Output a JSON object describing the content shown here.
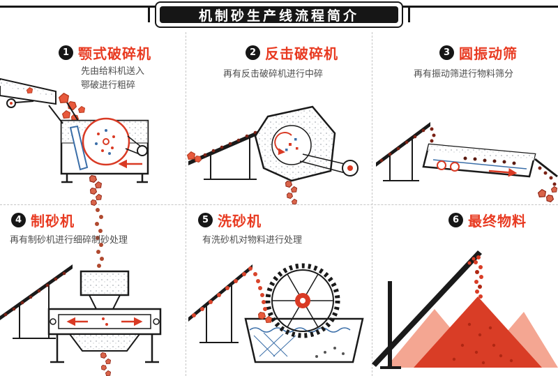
{
  "header": {
    "title": "机制砂生产线流程简介"
  },
  "panels": [
    {
      "number": "1",
      "title": "颚式破碎机",
      "description": "先由给料机送入鄂破进行粗碎"
    },
    {
      "number": "2",
      "title": "反击破碎机",
      "description": "再有反击破碎机进行中碎"
    },
    {
      "number": "3",
      "title": "圆振动筛",
      "description": "再有振动筛进行物料筛分"
    },
    {
      "number": "4",
      "title": "制砂机",
      "description": "再有制砂机进行细碎制砂处理"
    },
    {
      "number": "5",
      "title": "洗砂机",
      "description": "有洗砂机对物料进行处理"
    },
    {
      "number": "6",
      "title": "最终物料",
      "description": ""
    }
  ],
  "colors": {
    "accent": "#e83a21",
    "badge": "#161616",
    "text": "#4d4d4d",
    "rock": "#e8593c",
    "rock_outline": "#b93c20",
    "pile": "#d93d26",
    "pile_light": "#f4a692",
    "water": "#3a6ea8"
  }
}
